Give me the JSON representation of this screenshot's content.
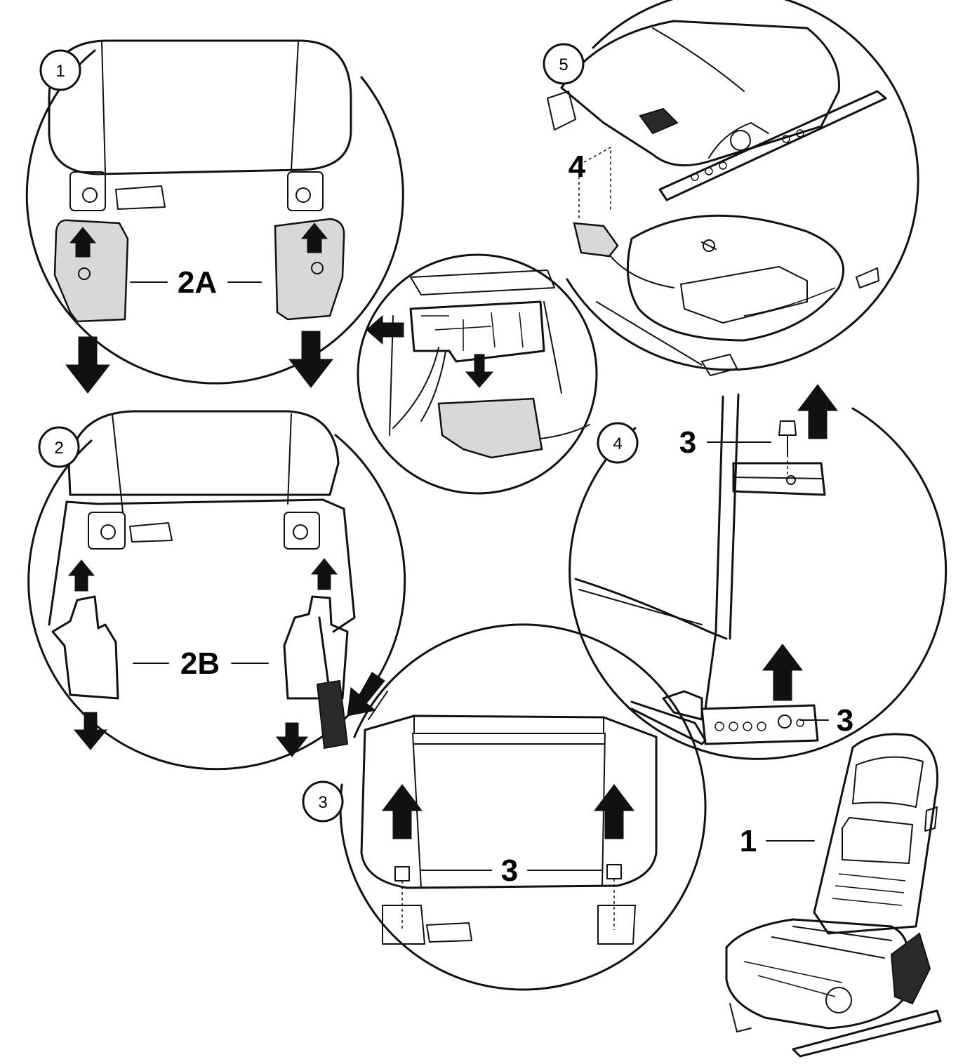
{
  "steps": [
    {
      "number": "1"
    },
    {
      "number": "2"
    },
    {
      "number": "3"
    },
    {
      "number": "4"
    },
    {
      "number": "5"
    }
  ],
  "callouts": {
    "step1_part": "2A",
    "step2_part": "2B",
    "step3_bolt": "3",
    "step4_bolt_top": "3",
    "step4_bolt_bottom": "3",
    "step5_connector": "4",
    "seat": "1"
  }
}
